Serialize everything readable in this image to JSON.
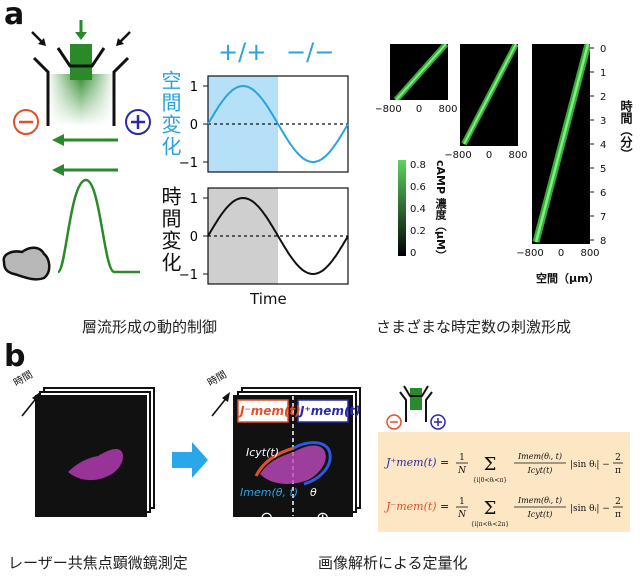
{
  "panel_a": {
    "letter": "a",
    "polarity_labels": {
      "left": "−",
      "right": "+"
    },
    "header_plus": "+/+",
    "header_minus": "−/−",
    "plot_top": {
      "ylabel": "空間変化",
      "yticks": [
        "1",
        "0",
        "−1"
      ],
      "series": "sin"
    },
    "plot_bottom": {
      "ylabel": "時間変化",
      "yticks": [
        "1",
        "0",
        "−1"
      ],
      "xlabel": "Time",
      "series": "sin"
    },
    "caption_left": "層流形成の動的制御",
    "kymographs": {
      "xticks": [
        "−800",
        "0",
        "800"
      ],
      "time_axis_label": "時間（分）",
      "time_ticks": [
        "0",
        "1",
        "2",
        "3",
        "4",
        "5",
        "6",
        "7",
        "8"
      ],
      "colorbar_label": "cAMP 濃度（μM）",
      "colorbar_ticks": [
        "0.8",
        "0.6",
        "0.4",
        "0.2",
        "0"
      ],
      "xlabel": "空間（μm）"
    },
    "caption_right": "さまざまな時定数の刺激形成"
  },
  "panel_b": {
    "letter": "b",
    "time_label": "時間",
    "jmem_minus": "J⁻mem(t)",
    "jmem_plus": "J⁺mem(t)",
    "icyt": "Icyt(t)",
    "imem": "Imem(θ, t)",
    "theta": "θ",
    "minus_sign": "⊖",
    "plus_sign": "⊕",
    "polarity_left": "−",
    "polarity_right": "+",
    "eq_plus_lhs": "J⁺mem(t)",
    "eq_minus_lhs": "J⁻mem(t)",
    "eq_equals": "=",
    "eq_frac_num": "1",
    "eq_frac_den": "N",
    "eq_sum_sign": "Σ",
    "eq_plus_range": "{i|0<θᵢ<π}",
    "eq_minus_range": "{i|π<θᵢ<2π}",
    "eq_ratio_num": "Imem(θᵢ, t)",
    "eq_ratio_den": "Icyt(t)",
    "eq_sin": "|sin θᵢ| −",
    "eq_two": "2",
    "eq_pi": "π",
    "caption_left": "レーザー共焦点顕微鏡測定",
    "caption_right": "画像解析による定量化"
  },
  "colors": {
    "green": "#2a8a2a",
    "blue_text": "#29a3dc",
    "shade_blue": "#b6e0f7",
    "shade_gray": "#cfcfcf",
    "minus_red": "#e0502a",
    "plus_blue": "#2a2aa8",
    "arrow_blue": "#2ba6e8",
    "eq_bg": "#fde6c4",
    "magenta": "#c040c0"
  }
}
